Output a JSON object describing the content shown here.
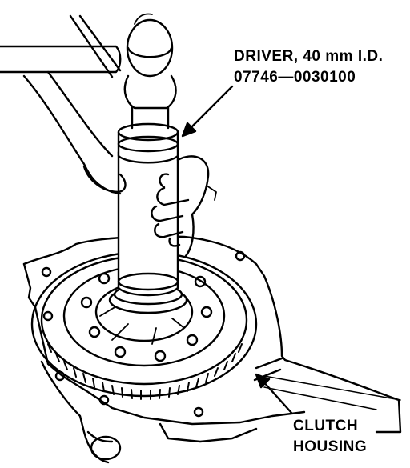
{
  "callouts": {
    "driver": {
      "line1": "DRIVER, 40 mm I.D.",
      "line2": "07746—0030100"
    },
    "clutch_housing": {
      "line1": "CLUTCH",
      "line2": "HOUSING"
    }
  },
  "colors": {
    "ink": "#000000",
    "paper": "#ffffff"
  },
  "icons": [
    "hammer-icon",
    "hand-icon",
    "driver-tool-icon",
    "gear-icon",
    "arrow-icon"
  ]
}
